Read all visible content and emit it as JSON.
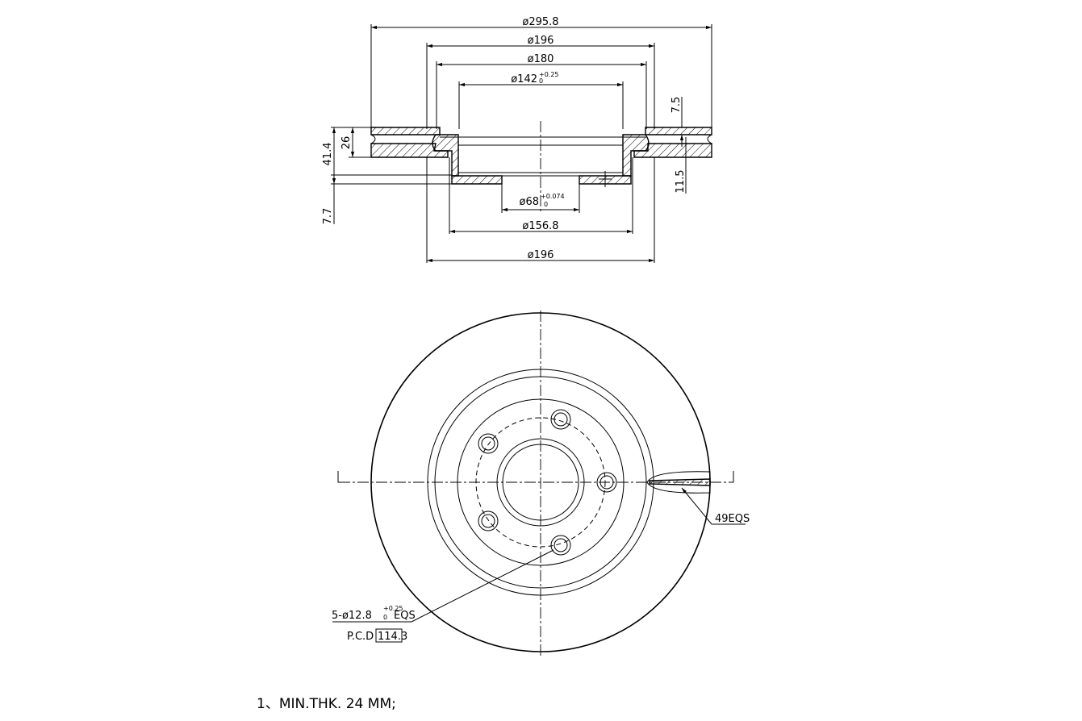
{
  "section_view": {
    "dia_outer": "ø295.8",
    "dia_196_top": "ø196",
    "dia_180": "ø180",
    "dia_142": "ø142",
    "dia_142_tol_upper": "+0.25",
    "dia_142_tol_lower": "0",
    "dia_68": "ø68",
    "dia_68_tol_upper": "+0.074",
    "dia_68_tol_lower": "0",
    "dia_156": "ø156.8",
    "dia_196_bottom": "ø196",
    "height_total": "41.4",
    "height_disc": "26",
    "hat_offset": "7.7",
    "flange_thk": "7.5",
    "hub_thk": "11.5"
  },
  "plan_view": {
    "bolt_holes": "5-ø12.8",
    "bolt_tol_upper": "+0.25",
    "bolt_tol_lower": "0",
    "bolt_suffix": "EQS",
    "pcd_label": "P.C.D",
    "pcd_value": "114.3",
    "vanes": "49EQS",
    "section_mark_left": "L",
    "section_mark_right": "L"
  },
  "notes": {
    "note1": "1、MIN.THK. 24 MM;"
  }
}
